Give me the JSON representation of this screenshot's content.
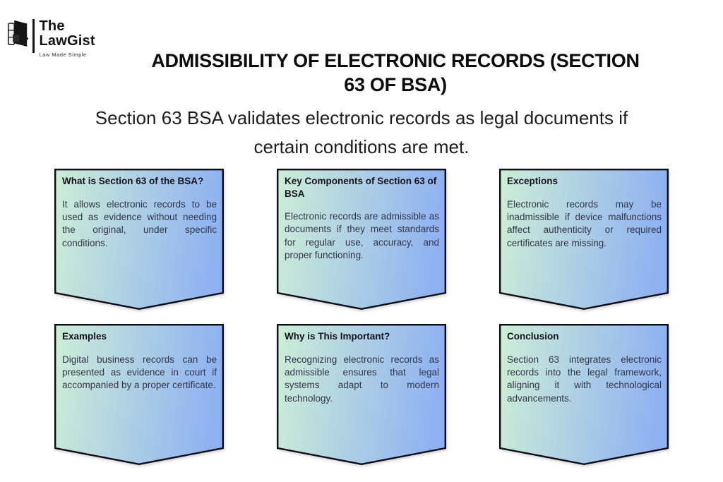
{
  "brand": {
    "name_line1": "The",
    "name_line2": "LawGist",
    "tagline": "Law Made Simple"
  },
  "header": {
    "title_line1": "ADMISSIBILITY OF ELECTRONIC RECORDS (SECTION",
    "title_line2": "63 OF BSA)",
    "subtitle_line1": "Section 63 BSA validates electronic records as legal documents if",
    "subtitle_line2": "certain conditions are met."
  },
  "cards": [
    {
      "title": "What is Section 63 of the BSA?",
      "body": "It allows electronic records to be used as evidence without needing the original, under specific conditions."
    },
    {
      "title": "Key Components of Section 63 of BSA",
      "body": "Electronic records are admissible as documents if they meet standards for regular use, accuracy, and proper functioning."
    },
    {
      "title": "Exceptions",
      "body": "Electronic records may be inadmissible if device malfunctions affect authenticity or required certificates are missing."
    },
    {
      "title": "Examples",
      "body": "Digital business records can be presented as evidence in court if accompanied by a proper certificate."
    },
    {
      "title": "Why is This Important?",
      "body": "Recognizing electronic records as admissible ensures that legal systems adapt to modern technology."
    },
    {
      "title": "Conclusion",
      "body": "Section 63 integrates electronic records into the legal framework, aligning it with technological advancements."
    }
  ],
  "colors": {
    "card_gradient_start": "#cdeed6",
    "card_gradient_end": "#8fb1f2",
    "card_border": "#0d0d18",
    "heading_text": "#0b0b0b",
    "subtitle_text": "#1e1e20",
    "card_title_text": "#12121f",
    "card_body_text": "#32364a",
    "logo_text": "#141414"
  }
}
